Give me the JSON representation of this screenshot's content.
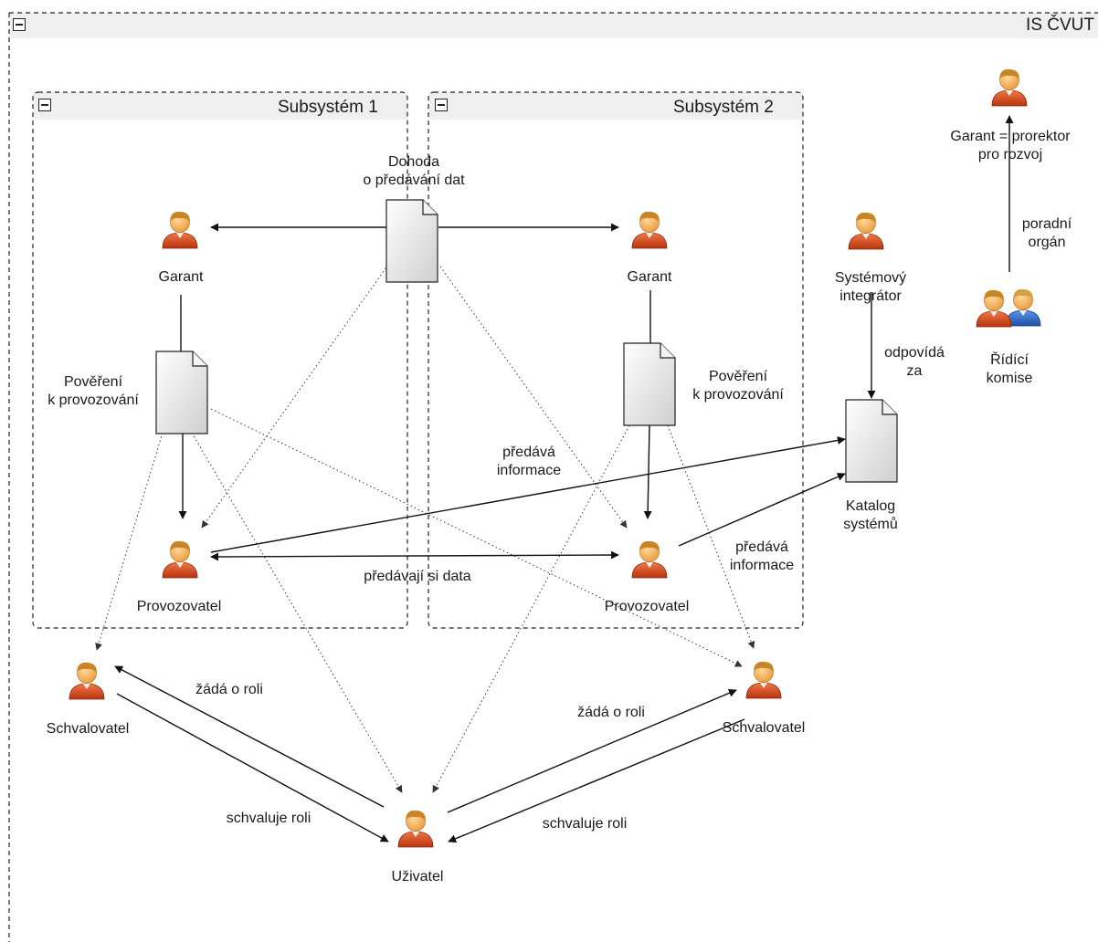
{
  "outer": {
    "title": "IS ČVUT"
  },
  "subsystem1": {
    "title": "Subsystém 1"
  },
  "subsystem2": {
    "title": "Subsystém 2"
  },
  "actors": {
    "garant1": "Garant",
    "garant2": "Garant",
    "provozovatel1": "Provozovatel",
    "provozovatel2": "Provozovatel",
    "schvalovatel1": "Schvalovatel",
    "schvalovatel2": "Schvalovatel",
    "uzivatel": "Uživatel",
    "integrator": "Systémový\nintegrátor",
    "garant_rozvoj": "Garant = prorektor\npro rozvoj",
    "ridici_komise": "Řídící\nkomise"
  },
  "documents": {
    "dohoda": "Dohoda\no předávání dat",
    "provereni1": "Pověření\nk provozování",
    "provereni2": "Pověření\nk provozování",
    "katalog": "Katalog\nsystémů"
  },
  "edges": {
    "predavaji_data": "předávají si data",
    "predava_info1": "předává\ninformace",
    "predava_info2": "předává\ninformace",
    "odpovida_za": "odpovídá\nza",
    "poradni_organ": "poradní\norgán",
    "zada_o_roli_left": "žádá o roli",
    "schvaluje_roli_left": "schvaluje roli",
    "zada_o_roli_right": "žádá o roli",
    "schvaluje_roli_right": "schvaluje roli"
  },
  "colors": {
    "person_body": "#d9471e",
    "person_skin": "#f2b35c",
    "person_hair": "#b8741a",
    "person_blue": "#2f6ec8",
    "header_bg": "#efefef",
    "line": "#1a1a1a"
  }
}
